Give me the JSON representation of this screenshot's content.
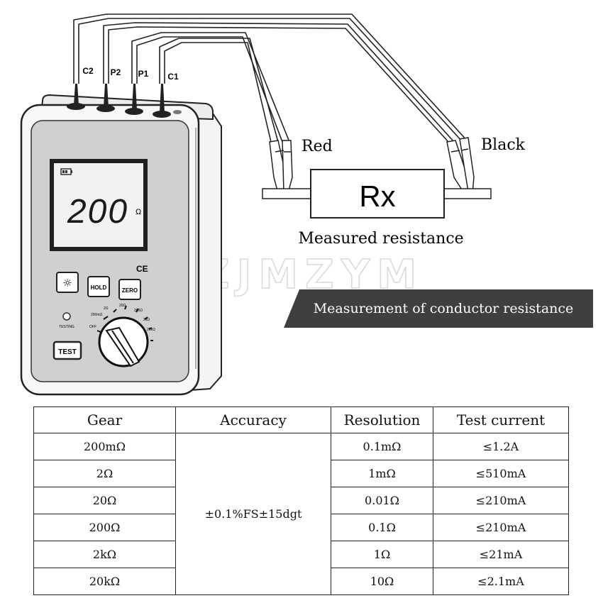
{
  "terminals": [
    "C2",
    "P2",
    "P1",
    "C1"
  ],
  "clip_labels": {
    "red": "Red",
    "black": "Black"
  },
  "resistor_label": "Rx",
  "measured_caption": "Measured resistance",
  "banner_text": "Measurement of conductor resistance",
  "watermark": "ZJMZYM",
  "device": {
    "display_value": "200",
    "display_unit": "Ω",
    "ce_mark": "CE",
    "buttons": {
      "light": "☼",
      "hold": "HOLD",
      "zero": "ZERO",
      "test": "TEST"
    },
    "testing_label": "TESTING",
    "off_label": "OFF",
    "dial_ranges": [
      "200mΩ",
      "2Ω",
      "20Ω",
      "200Ω",
      "2kΩ",
      "20kΩ"
    ]
  },
  "table": {
    "headers": [
      "Gear",
      "Accuracy",
      "Resolution",
      "Test current"
    ],
    "accuracy": "±0.1%FS±15dgt",
    "rows": [
      {
        "gear": "200mΩ",
        "resolution": "0.1mΩ",
        "current": "≤1.2A"
      },
      {
        "gear": "2Ω",
        "resolution": "1mΩ",
        "current": "≤510mA"
      },
      {
        "gear": "20Ω",
        "resolution": "0.01Ω",
        "current": "≤210mA"
      },
      {
        "gear": "200Ω",
        "resolution": "0.1Ω",
        "current": "≤210mA"
      },
      {
        "gear": "2kΩ",
        "resolution": "1Ω",
        "current": "≤21mA"
      },
      {
        "gear": "20kΩ",
        "resolution": "10Ω",
        "current": "≤2.1mA"
      }
    ]
  }
}
